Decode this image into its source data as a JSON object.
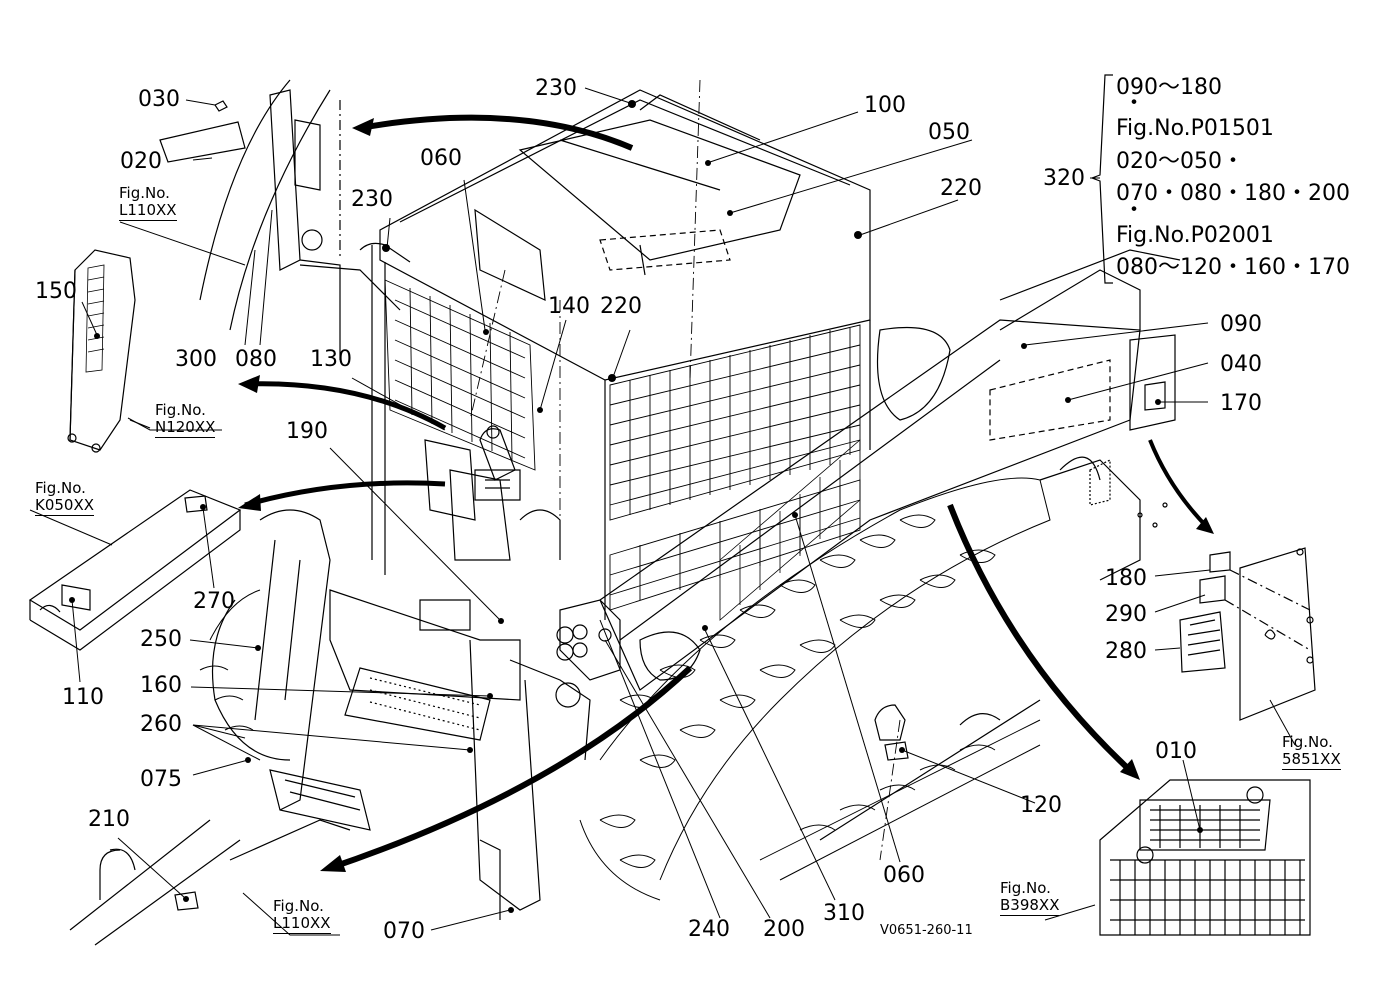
{
  "drawing_id": "V0651-260-11",
  "callouts": [
    {
      "id": "c-030",
      "text": "030"
    },
    {
      "id": "c-020",
      "text": "020"
    },
    {
      "id": "c-230a",
      "text": "230"
    },
    {
      "id": "c-100",
      "text": "100"
    },
    {
      "id": "c-050",
      "text": "050"
    },
    {
      "id": "c-060a",
      "text": "060"
    },
    {
      "id": "c-230b",
      "text": "230"
    },
    {
      "id": "c-220a",
      "text": "220"
    },
    {
      "id": "c-150",
      "text": "150"
    },
    {
      "id": "c-300",
      "text": "300"
    },
    {
      "id": "c-080",
      "text": "080"
    },
    {
      "id": "c-140",
      "text": "140"
    },
    {
      "id": "c-220b",
      "text": "220"
    },
    {
      "id": "c-130",
      "text": "130"
    },
    {
      "id": "c-090",
      "text": "090"
    },
    {
      "id": "c-040",
      "text": "040"
    },
    {
      "id": "c-170",
      "text": "170"
    },
    {
      "id": "c-190",
      "text": "190"
    },
    {
      "id": "c-270",
      "text": "270"
    },
    {
      "id": "c-110",
      "text": "110"
    },
    {
      "id": "c-250",
      "text": "250"
    },
    {
      "id": "c-160",
      "text": "160"
    },
    {
      "id": "c-260",
      "text": "260"
    },
    {
      "id": "c-075",
      "text": "075"
    },
    {
      "id": "c-180",
      "text": "180"
    },
    {
      "id": "c-290",
      "text": "290"
    },
    {
      "id": "c-280",
      "text": "280"
    },
    {
      "id": "c-010",
      "text": "010"
    },
    {
      "id": "c-120",
      "text": "120"
    },
    {
      "id": "c-210",
      "text": "210"
    },
    {
      "id": "c-070",
      "text": "070"
    },
    {
      "id": "c-240",
      "text": "240"
    },
    {
      "id": "c-200",
      "text": "200"
    },
    {
      "id": "c-310",
      "text": "310"
    },
    {
      "id": "c-060b",
      "text": "060"
    },
    {
      "id": "c-320",
      "text": "320"
    }
  ],
  "figure_refs": [
    {
      "id": "f-l110-top",
      "prefix": "Fig.No.",
      "code": "L110XX"
    },
    {
      "id": "f-n120",
      "prefix": "Fig.No.",
      "code": "N120XX"
    },
    {
      "id": "f-k050",
      "prefix": "Fig.No.",
      "code": "K050XX"
    },
    {
      "id": "f-5851",
      "prefix": "Fig.No.",
      "code": "5851XX"
    },
    {
      "id": "f-b398",
      "prefix": "Fig.No.",
      "code": "B398XX"
    },
    {
      "id": "f-l110-bottom",
      "prefix": "Fig.No.",
      "code": "L110XX"
    }
  ],
  "legend_320": {
    "lines": [
      "090～180",
      "Fig.No.P01501",
      "020～050・",
      "070・080・180・200",
      "Fig.No.P02001",
      "080～120・160・170"
    ]
  }
}
